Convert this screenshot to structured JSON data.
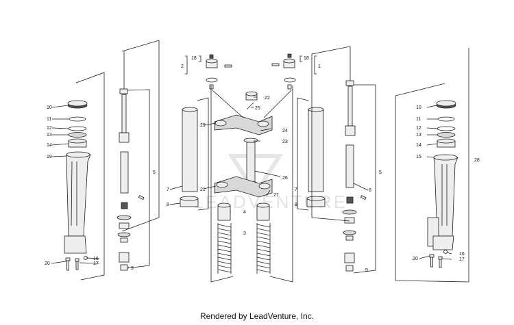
{
  "watermark": "LEADVENTURE",
  "footer": "Rendered by LeadVenture, Inc.",
  "callouts": {
    "c1": "1",
    "c2": "2",
    "c3": "3",
    "c4": "4",
    "c5l": "5",
    "c5r": "5",
    "c6": "6",
    "c7l": "7",
    "c7r": "7",
    "c8l": "8",
    "c8r": "8",
    "c9l": "9",
    "c9r": "9",
    "c10l": "10",
    "c10r": "10",
    "c11l": "11",
    "c11r": "11",
    "c12l": "12",
    "c12r": "12",
    "c13l": "13",
    "c13r": "13",
    "c14l": "14",
    "c14r": "14",
    "c15": "15",
    "c16l": "16",
    "c16r": "16",
    "c17l": "17",
    "c17r": "17",
    "c18l": "18",
    "c18r": "18",
    "c19": "19",
    "c20l": "20",
    "c20r": "20",
    "c21": "21",
    "c22": "22",
    "c23": "23",
    "c24": "24",
    "c25": "25",
    "c26": "26",
    "c27": "27",
    "c28": "28",
    "c29": "29"
  }
}
